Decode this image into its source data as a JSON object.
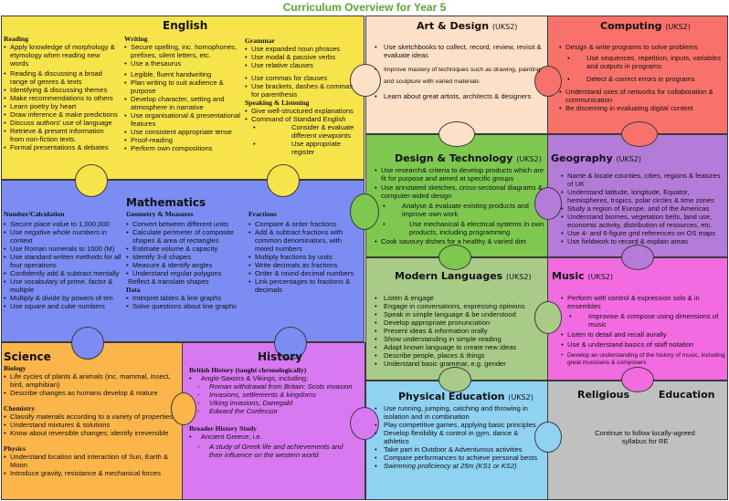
{
  "title": "Curriculum Overview for Year 5",
  "english": {
    "title": "English",
    "reading_heading": "Reading",
    "reading_items": [
      "Apply knowledge of morphology & etymology when reading new words",
      "Reading & discussing a broad range of genres & texts",
      "Identifying & discussing themes",
      "Make recommendations to others",
      "Learn poetry by heart",
      "Draw inference & make predictions",
      "Discuss authors' use of language",
      "Retrieve & present information from non-fiction texts.",
      "Formal presentations & debates"
    ],
    "writing_heading": "Writing",
    "writing_items": [
      "Secure spelling, inc. homophones, prefixes, silent letters, etc.",
      "Use a thesaurus",
      "Legible, fluent handwriting",
      "Plan writing to suit audience & purpose",
      "Develop character, setting and atmosphere in narrative",
      "Use organisational & presentational features",
      "Use consistent appropriate tense",
      "Proof-reading",
      "Perform own compositions"
    ],
    "grammar_heading": "Grammar",
    "grammar_items": [
      "Use expanded noun phrases",
      "Use modal & passive verbs",
      "Use relative clauses",
      "Use commas for clauses",
      "Use brackets, dashes & commas for parenthesis"
    ],
    "speaking_heading": "Speaking & Listening",
    "speaking_items": [
      "Give well-structured explanations",
      "Command of Standard English",
      "Consider & evaluate different viewpoints",
      "Use appropriate register"
    ]
  },
  "art": {
    "title": "Art & Design",
    "code": "(UKS2)",
    "items": [
      "Use sketchbooks to collect, record, review, revisit & evaluate ideas",
      "Improve mastery of techniques such as drawing, painting and sculpture with varied materials",
      "Learn about great artists, architects & designers"
    ]
  },
  "computing": {
    "title": "Computing",
    "code": "(UKS2)",
    "items": [
      "Design & write programs to solve problems",
      "Use sequences, repetition, inputs, variables and outputs in programs",
      "Detect & correct errors in programs",
      "Understand uses of networks for collaboration & communication",
      "Be discerning in evaluating digital content"
    ]
  },
  "maths": {
    "title": "Mathematics",
    "number_heading": "Number/Calculation",
    "number_items": [
      "Secure place value to 1,000,000",
      "Use negative whole numbers in context",
      "Use Roman numerals to 1000 (M)",
      "Use standard written methods for all four operations",
      "Confidently add & subtract mentally",
      "Use vocabulary of prime, factor & multiple",
      "Multiply & divide by powers of ten",
      "Use square and cube numbers"
    ],
    "geometry_heading": "Geometry & Measures",
    "geometry_items": [
      "Convert between different units",
      "Calculate perimeter of composite shapes & area of rectangles",
      "Estimate volume & capacity",
      "Identify 3-d shapes",
      "Measure & identify angles",
      "Understand regular polygons"
    ],
    "geometry_extra": "Reflect & translate shapes",
    "data_heading": "Data",
    "data_items": [
      "Interpret tables & line graphs",
      "Solve questions about line graphs"
    ],
    "fractions_heading": "Fractions",
    "fractions_items": [
      "Compare & order fractions",
      "Add & subtract fractions with common denominators, with mixed numbers",
      "Multiply fractions by units",
      "Write decimals as fractions",
      "Order & round decimal numbers",
      "Link percentages to fractions & decimals"
    ]
  },
  "dt": {
    "title": "Design & Technology",
    "code": "(UKS2)",
    "items": [
      "Use research& criteria to develop products which are fit for purpose and aimed at specific groups",
      "Use annotated sketches, cross-sectional diagrams & computer-aided design",
      "Analyse & evaluate existing products and improve own work",
      "Use mechanical & electrical systems in own products, including programming",
      "Cook savoury dishes for a healthy & varied diet"
    ]
  },
  "geography": {
    "title": "Geography",
    "code": "(UKS2)",
    "items": [
      "Name & locate counties, cities, regions & features of UK",
      "Understand latitude, longitude, Equator, hemispheres, tropics, polar circles & time zones",
      "Study a region of Europe, and of the Americas",
      "Understand biomes, vegetation belts, land use, economic activity, distribution of resources, etc.",
      "Use 4- and 6-figure grid references on OS maps",
      "Use fieldwork to record & explain areas"
    ]
  },
  "mfl": {
    "title": "Modern Languages",
    "code": "(UKS2)",
    "items": [
      "Listen & engage",
      "Engage in conversations, expressing opinions",
      "Speak in simple language & be understood",
      "Develop appropriate pronunciation",
      "Present ideas & information orally",
      "Show understanding in simple reading",
      "Adapt known language to create new ideas",
      "Describe people, places & things",
      "Understand basic grammar, e.g. gender"
    ]
  },
  "music": {
    "title": "Music",
    "code": "(UKS2)",
    "items": [
      "Perform with control & expression solo & in ensembles",
      "Improvise & compose using dimensions of music",
      "Listen to detail and recall aurally",
      "Use & understand basics of staff notation",
      "Develop an understanding of the history of music, including great musicians & composers"
    ]
  },
  "science": {
    "title": "Science",
    "biology_heading": "Biology",
    "biology_items": [
      "Life cycles of plants & animals (inc. mammal, insect, bird, amphibian)",
      "Describe changes as humans develop & mature"
    ],
    "chemistry_heading": "Chemistry",
    "chemistry_items": [
      "Classify materials according to a variety of properties",
      "Understand mixtures & solutions",
      "Know about reversible changes; identify irreversible"
    ],
    "physics_heading": "Physics",
    "physics_items": [
      "Understand location and interaction of Sun, Earth & Moon",
      "Introduce gravity, resistance & mechanical forces"
    ]
  },
  "history": {
    "title": "History",
    "british_heading": "British History (taught chronologically)",
    "british_intro": "Anglo-Saxons & Vikings, including:",
    "british_items": [
      "Roman withdrawal from Britain; Scots invasion",
      "Invasions, settlements & kingdoms",
      "Viking invasions; Danegald",
      "Edward the Confessor"
    ],
    "broader_heading": "Broader History Study",
    "broader_intro": "Ancient Greece, i.e.",
    "broader_items": [
      "A study of Greek life and achievements and their influence on the western world"
    ]
  },
  "pe": {
    "title": "Physical Education",
    "code": "(UKS2)",
    "items": [
      "Use running, jumping, catching and throwing in isolation and in combination",
      "Play competitive games, applying basic principles",
      "Develop flexibility & control in gym, dance & athletics",
      "Take part in Outdoor & Adventurous activities",
      "Compare performances to achieve personal bests",
      "Swimming proficiency at 25m (KS1 or KS2)"
    ]
  },
  "re": {
    "title": "Religious Education",
    "text": "Continue to follow locally-agreed syllabus for RE"
  },
  "colors": {
    "english": "#f7e44a",
    "art": "#fde0c8",
    "computing": "#f9716b",
    "maths": "#7b8cf2",
    "dt": "#7ec850",
    "geography": "#b57bd9",
    "mfl": "#a8cc88",
    "music": "#f36be0",
    "science": "#fbb54a",
    "history": "#d879f1",
    "pe": "#8fd2f2",
    "re": "#c0c0c0"
  }
}
